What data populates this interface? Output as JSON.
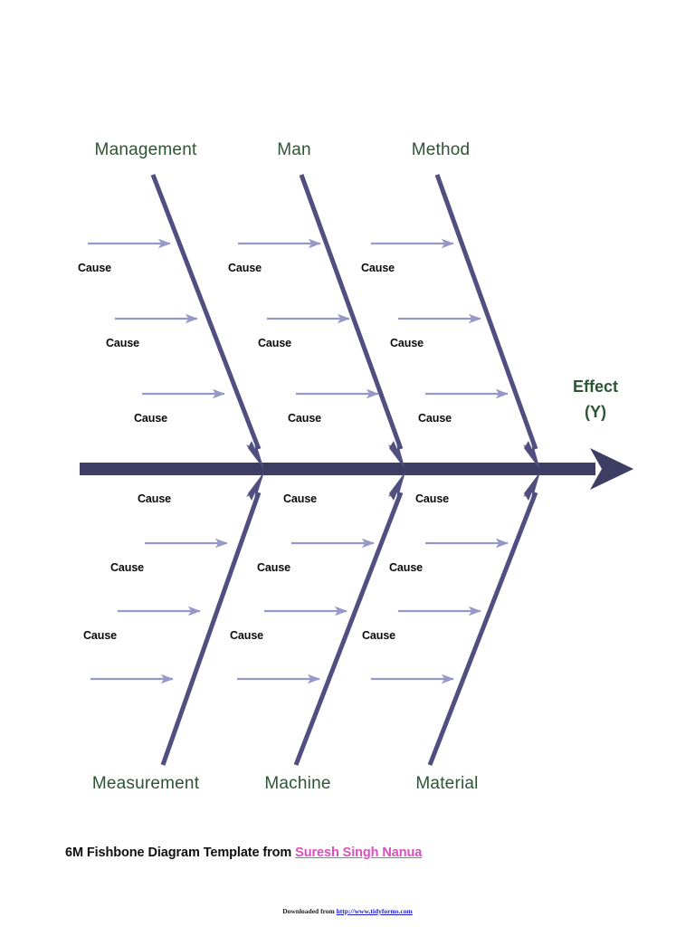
{
  "document": {
    "title": "6M Fishbone Diagram Template",
    "background_color": "#ffffff"
  },
  "colors": {
    "spine": "#3e3d63",
    "branch": "#504f80",
    "cause_arrow": "#9698c8",
    "heading_green": "#2d5435",
    "cause_text": "#0a0a0a",
    "credit_link": "#d94fc0",
    "watermark_url": "#2222cc"
  },
  "diagram": {
    "effect": {
      "label": "Effect",
      "sublabel": "(Y)"
    },
    "top_categories": [
      {
        "label": "Management",
        "causes": [
          "Cause",
          "Cause",
          "Cause"
        ]
      },
      {
        "label": "Man",
        "causes": [
          "Cause",
          "Cause",
          "Cause"
        ]
      },
      {
        "label": "Method",
        "causes": [
          "Cause",
          "Cause",
          "Cause"
        ]
      }
    ],
    "bottom_categories": [
      {
        "label": "Measurement",
        "causes": [
          "Cause",
          "Cause",
          "Cause"
        ]
      },
      {
        "label": "Machine",
        "causes": [
          "Cause",
          "Cause",
          "Cause"
        ]
      },
      {
        "label": "Material",
        "causes": [
          "Cause",
          "Cause",
          "Cause"
        ]
      }
    ]
  },
  "footer": {
    "text_before": "6M Fishbone Diagram Template from",
    "credit": "Suresh Singh Nanua"
  },
  "watermark": {
    "text_before": "Downloaded from",
    "url": "http://www.tidyforms.com"
  }
}
